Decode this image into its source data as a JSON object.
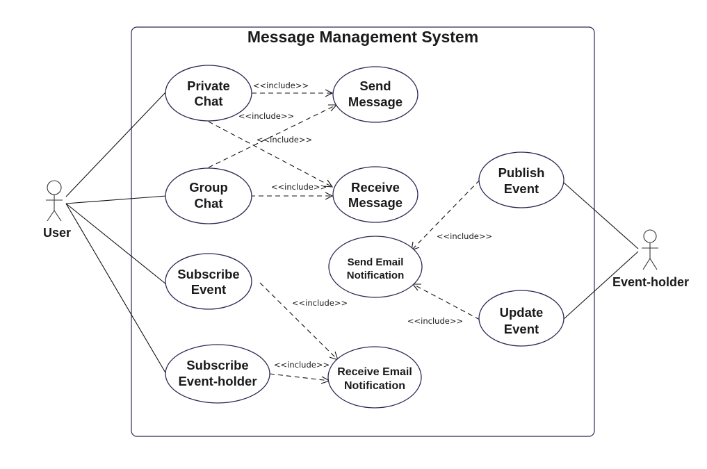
{
  "system": {
    "title": "Message Management System"
  },
  "actors": {
    "user": "User",
    "event_holder": "Event-holder"
  },
  "use_cases": {
    "private_chat": [
      "Private",
      "Chat"
    ],
    "group_chat": [
      "Group",
      "Chat"
    ],
    "subscribe_event": [
      "Subscribe",
      "Event"
    ],
    "subscribe_event_holder": [
      "Subscribe",
      "Event-holder"
    ],
    "send_message": [
      "Send",
      "Message"
    ],
    "receive_message": [
      "Receive",
      "Message"
    ],
    "send_email_notification": [
      "Send Email",
      "Notification"
    ],
    "receive_email_notification": [
      "Receive Email",
      "Notification"
    ],
    "publish_event": [
      "Publish",
      "Event"
    ],
    "update_event": [
      "Update",
      "Event"
    ]
  },
  "relation_label": "<<include>>",
  "colors": {
    "line": "#111111",
    "ellipse_border": "#2a2a55",
    "text": "#1a1a1a"
  }
}
